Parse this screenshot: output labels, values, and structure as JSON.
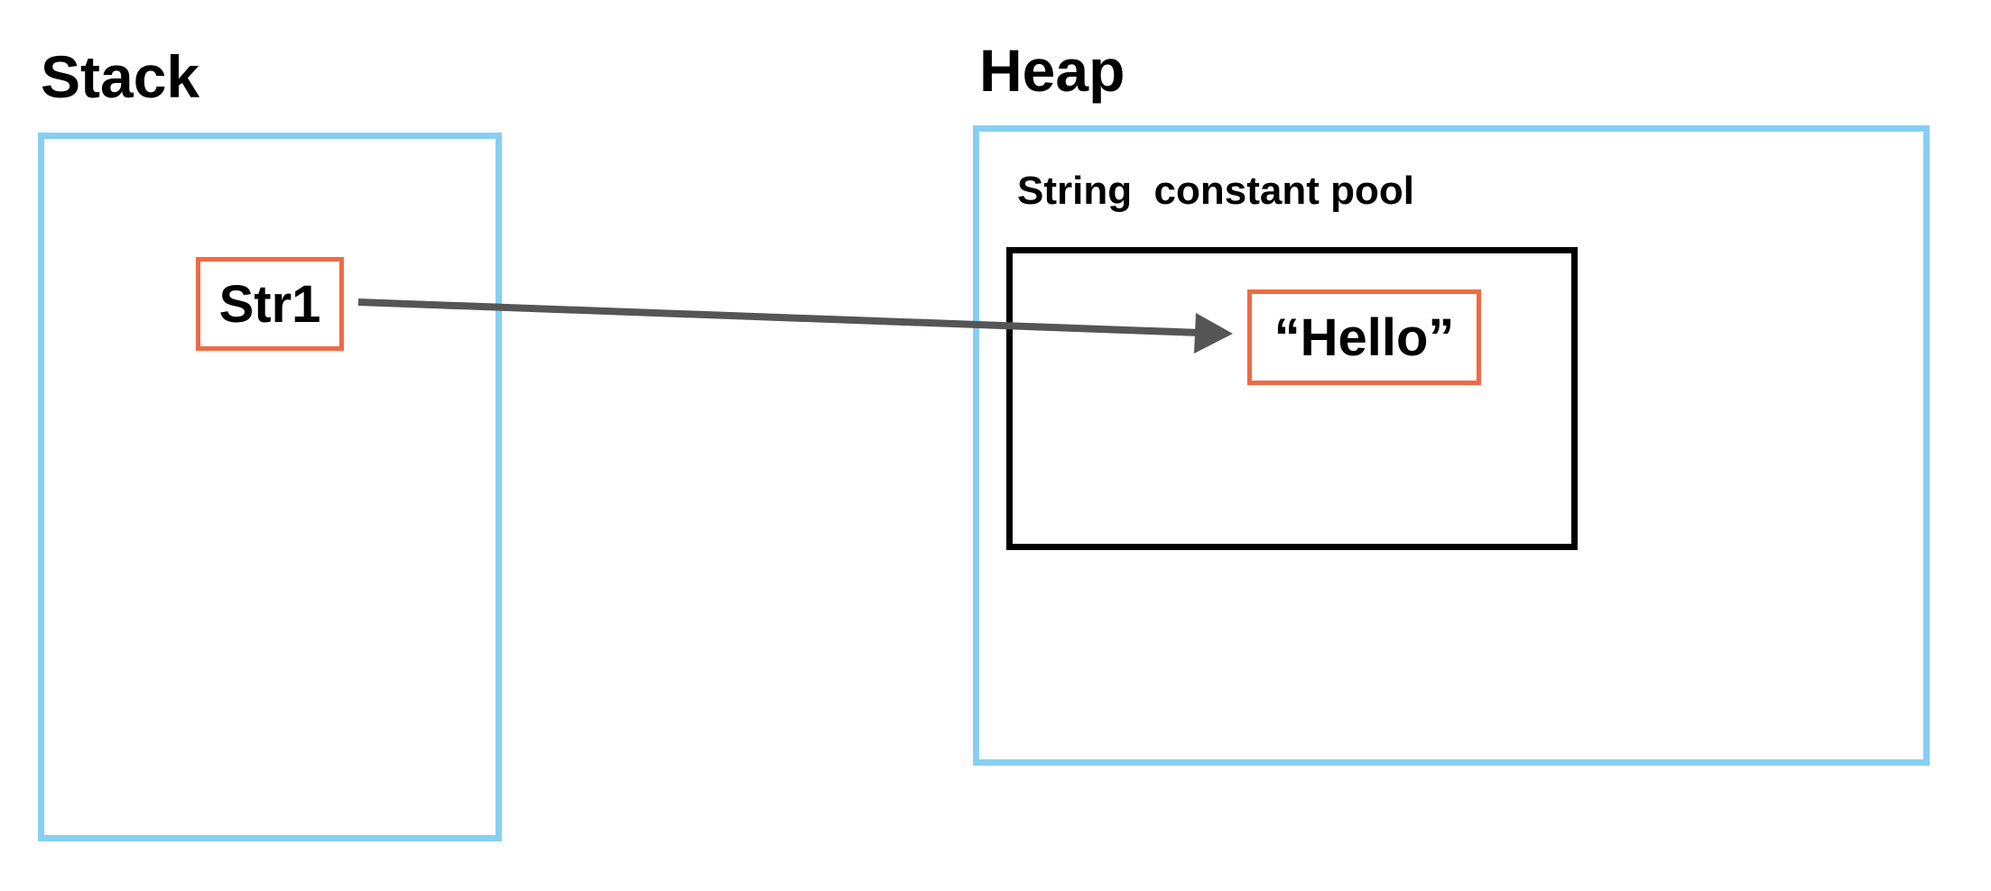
{
  "stack": {
    "title": "Stack",
    "variable": "Str1"
  },
  "heap": {
    "title": "Heap",
    "pool_label": "String  constant pool",
    "value": "“Hello”"
  },
  "colors": {
    "region_border": "#86cff3",
    "item_border": "#f06a44",
    "pool_border": "#000000",
    "arrow": "#555555"
  }
}
